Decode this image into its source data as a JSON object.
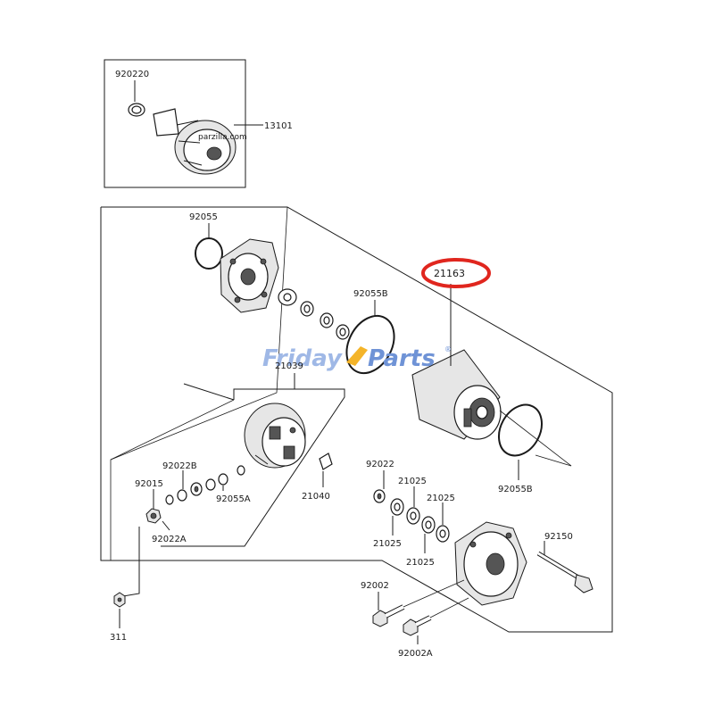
{
  "watermark": {
    "text_friday": "Friday",
    "text_parts": "Parts",
    "registered": "®",
    "color_light": "#9fb8e6",
    "color_dark": "#6f93d6",
    "color_orange": "#f4b429"
  },
  "small_watermark": "parzilla.com",
  "highlight": {
    "part": "21163",
    "color": "#e0261e"
  },
  "labels": {
    "p920220": "920220",
    "p13101": "13101",
    "p92055_top": "92055",
    "p21163": "21163",
    "p92055B_upper": "92055B",
    "p21039": "21039",
    "p92022": "92022",
    "p21025_a": "21025",
    "p21025_b": "21025",
    "p21025_c": "21025",
    "p21025_d": "21025",
    "p92022B": "92022B",
    "p92015": "92015",
    "p92055A": "92055A",
    "p21040": "21040",
    "p92022A": "92022A",
    "p92055B_lower": "92055B",
    "p92150": "92150",
    "p92002": "92002",
    "p92002A": "92002A",
    "p311": "311"
  }
}
